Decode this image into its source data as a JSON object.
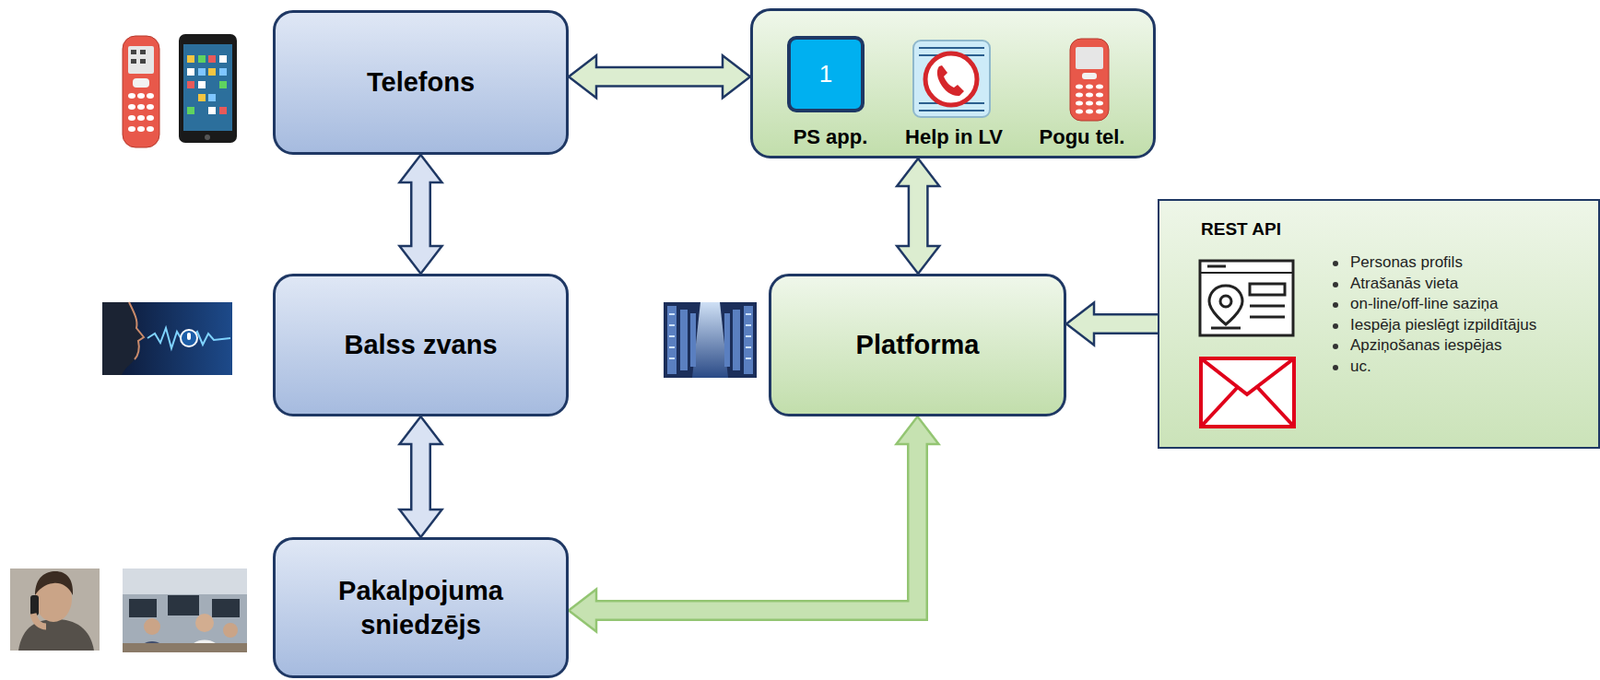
{
  "diagram": {
    "nodes": [
      {
        "text": [
          "Telefons"
        ]
      },
      {
        "text": [
          "PS app.",
          "Help in LV",
          "Pogu tel."
        ]
      },
      {
        "text": [
          "REST API",
          "Personas profils",
          "Atrašanās vieta",
          "on-line/off-line saziņa",
          "Iespēja pieslēgt izpildītājus",
          "Apziņošanas iespējas",
          "uc."
        ]
      },
      {
        "text": [
          "Balss zvans"
        ]
      },
      {
        "text": [
          "Platforma"
        ]
      },
      {
        "text": [
          "Pakalpojuma sniedzējs"
        ]
      }
    ],
    "edges": [
      {
        "from": 0,
        "to": 1,
        "arrow": "both"
      },
      {
        "from": 0,
        "to": 3,
        "arrow": "both"
      },
      {
        "from": 1,
        "to": 4,
        "arrow": "both"
      },
      {
        "from": 3,
        "to": 5,
        "arrow": "both"
      },
      {
        "from": 2,
        "to": 4,
        "arrow": "to"
      },
      {
        "from": 4,
        "to": 5,
        "arrow": "both"
      }
    ],
    "labels": [
      "1"
    ]
  }
}
